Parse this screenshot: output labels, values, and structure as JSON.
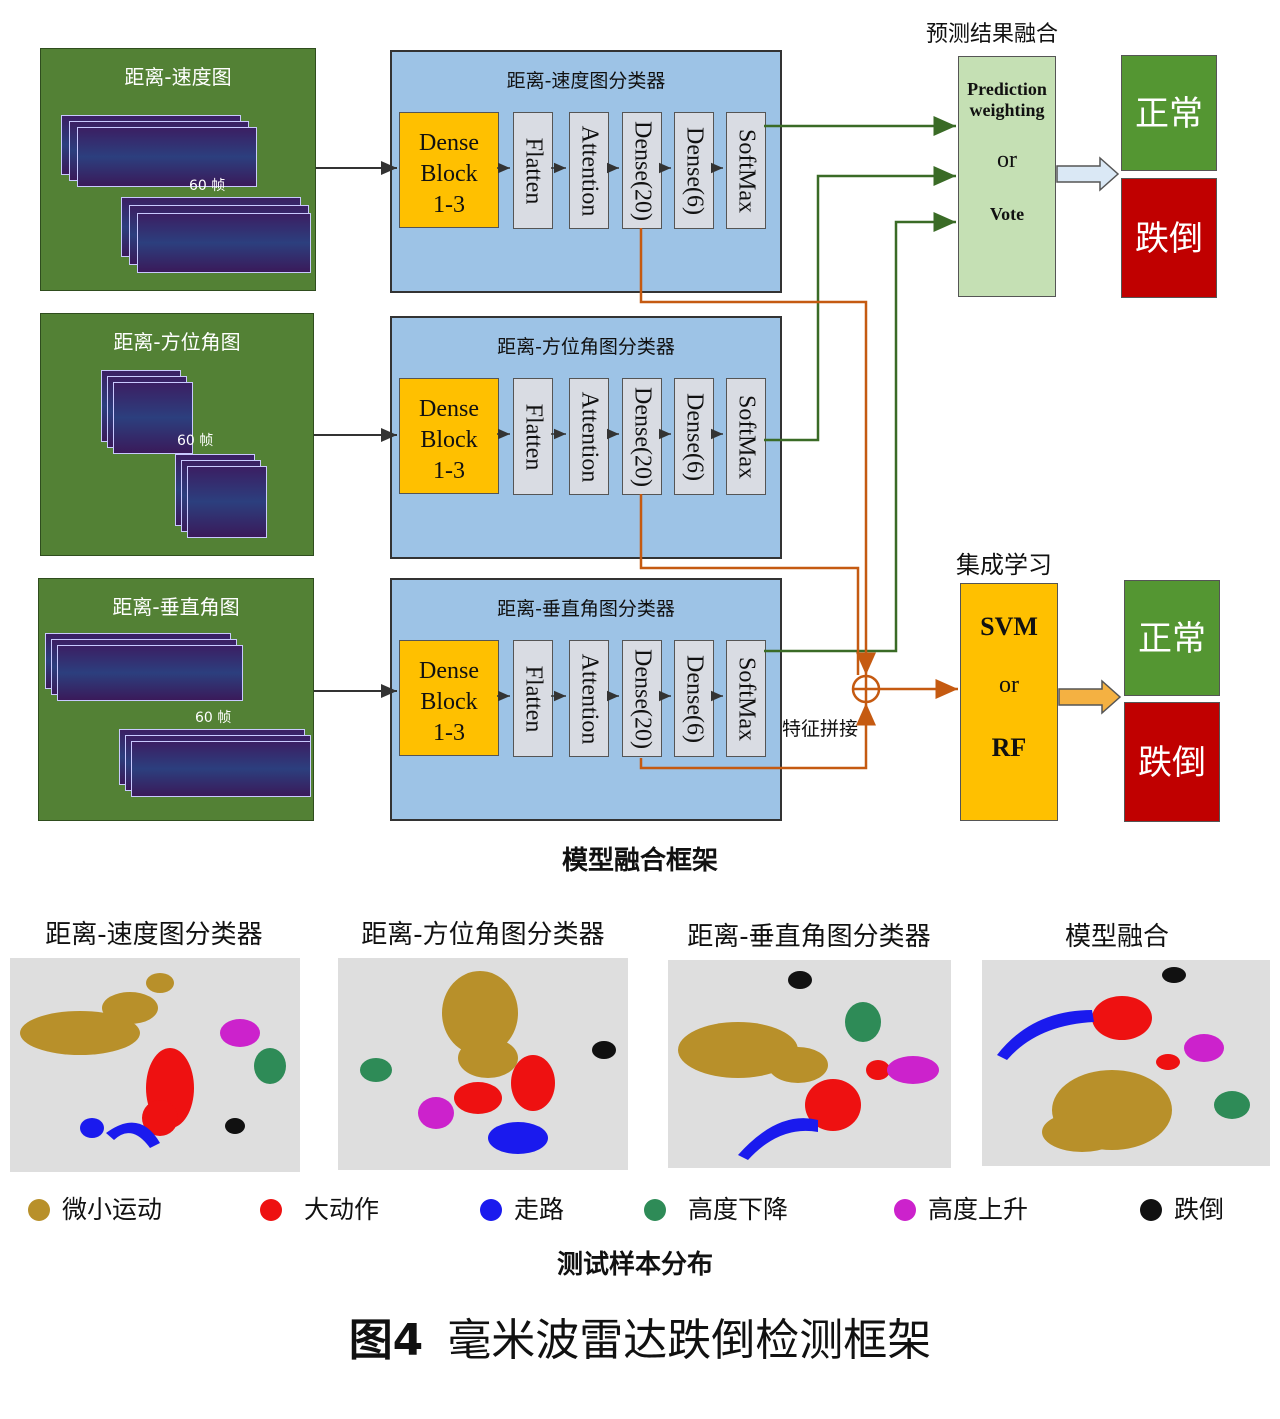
{
  "framework": {
    "inputs": [
      {
        "title": "距离-速度图",
        "frames": "60 帧"
      },
      {
        "title": "距离-方位角图",
        "frames": "60 帧"
      },
      {
        "title": "距离-垂直角图",
        "frames": "60 帧"
      }
    ],
    "classifiers": [
      {
        "title": "距离-速度图分类器"
      },
      {
        "title": "距离-方位角图分类器"
      },
      {
        "title": "距离-垂直角图分类器"
      }
    ],
    "layers": {
      "dense_block": [
        "Dense",
        "Block",
        "1-3"
      ],
      "flatten": "Flatten",
      "attention": "Attention",
      "dense20": "Dense(20)",
      "dense6": "Dense(6)",
      "softmax": "SoftMax"
    },
    "prediction_fusion": {
      "title": "预测结果融合",
      "line1": "Prediction",
      "line2": "weighting",
      "or": "or",
      "vote": "Vote"
    },
    "ensemble": {
      "title": "集成学习",
      "svm": "SVM",
      "or": "or",
      "rf": "RF"
    },
    "feature_concat": "特征拼接",
    "outputs": {
      "normal": "正常",
      "fall": "跌倒"
    },
    "caption": "模型融合框架"
  },
  "distribution": {
    "plot_titles": [
      "距离-速度图分类器",
      "距离-方位角图分类器",
      "距离-垂直角图分类器",
      "模型融合"
    ],
    "legend": [
      {
        "label": "微小运动",
        "color": "#b8902a"
      },
      {
        "label": "大动作",
        "color": "#ee1111"
      },
      {
        "label": "走路",
        "color": "#1a1aee"
      },
      {
        "label": "高度下降",
        "color": "#2e8b57"
      },
      {
        "label": "高度上升",
        "color": "#cc22cc"
      },
      {
        "label": "跌倒",
        "color": "#111111"
      }
    ],
    "caption": "测试样本分布"
  },
  "figure_caption": {
    "number": "图4",
    "text": "毫米波雷达跌倒检测框架"
  },
  "colors": {
    "panel_green": "#538135",
    "classifier_blue": "#9dc3e6",
    "dense_orange": "#ffc000",
    "arrow_green": "#3a6b26",
    "arrow_orange": "#c55a11"
  }
}
